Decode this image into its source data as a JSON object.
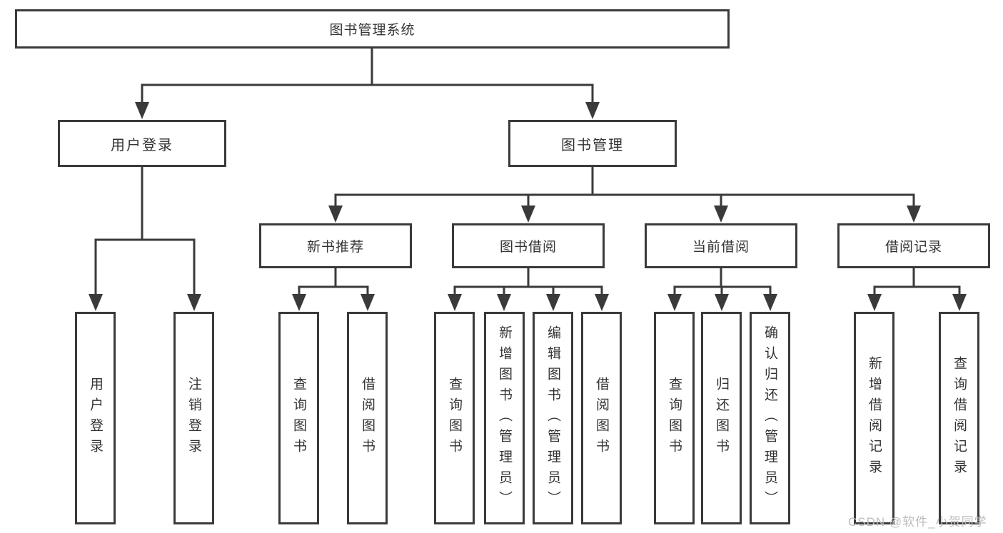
{
  "diagram_title": "图书管理系统",
  "tree": {
    "label": "图书管理系统",
    "children": [
      {
        "label": "用户登录",
        "children": [
          {
            "label": "用户登录"
          },
          {
            "label": "注销登录"
          }
        ]
      },
      {
        "label": "图书管理",
        "children": [
          {
            "label": "新书推荐",
            "children": [
              {
                "label": "查询图书"
              },
              {
                "label": "借阅图书"
              }
            ]
          },
          {
            "label": "图书借阅",
            "children": [
              {
                "label": "查询图书"
              },
              {
                "label": "新增图书（管理员）"
              },
              {
                "label": "编辑图书（管理员）"
              },
              {
                "label": "借阅图书"
              }
            ]
          },
          {
            "label": "当前借阅",
            "children": [
              {
                "label": "查询图书"
              },
              {
                "label": "归还图书"
              },
              {
                "label": "确认归还（管理员）"
              }
            ]
          },
          {
            "label": "借阅记录",
            "children": [
              {
                "label": "新增借阅记录"
              },
              {
                "label": "查询借阅记录"
              }
            ]
          }
        ]
      }
    ]
  },
  "watermark": "CSDN @软件_小贺同学",
  "colors": {
    "line": "#3a3a3a",
    "box_bg": "#ffffff",
    "text": "#333333",
    "watermark": "#bdbdbd"
  }
}
